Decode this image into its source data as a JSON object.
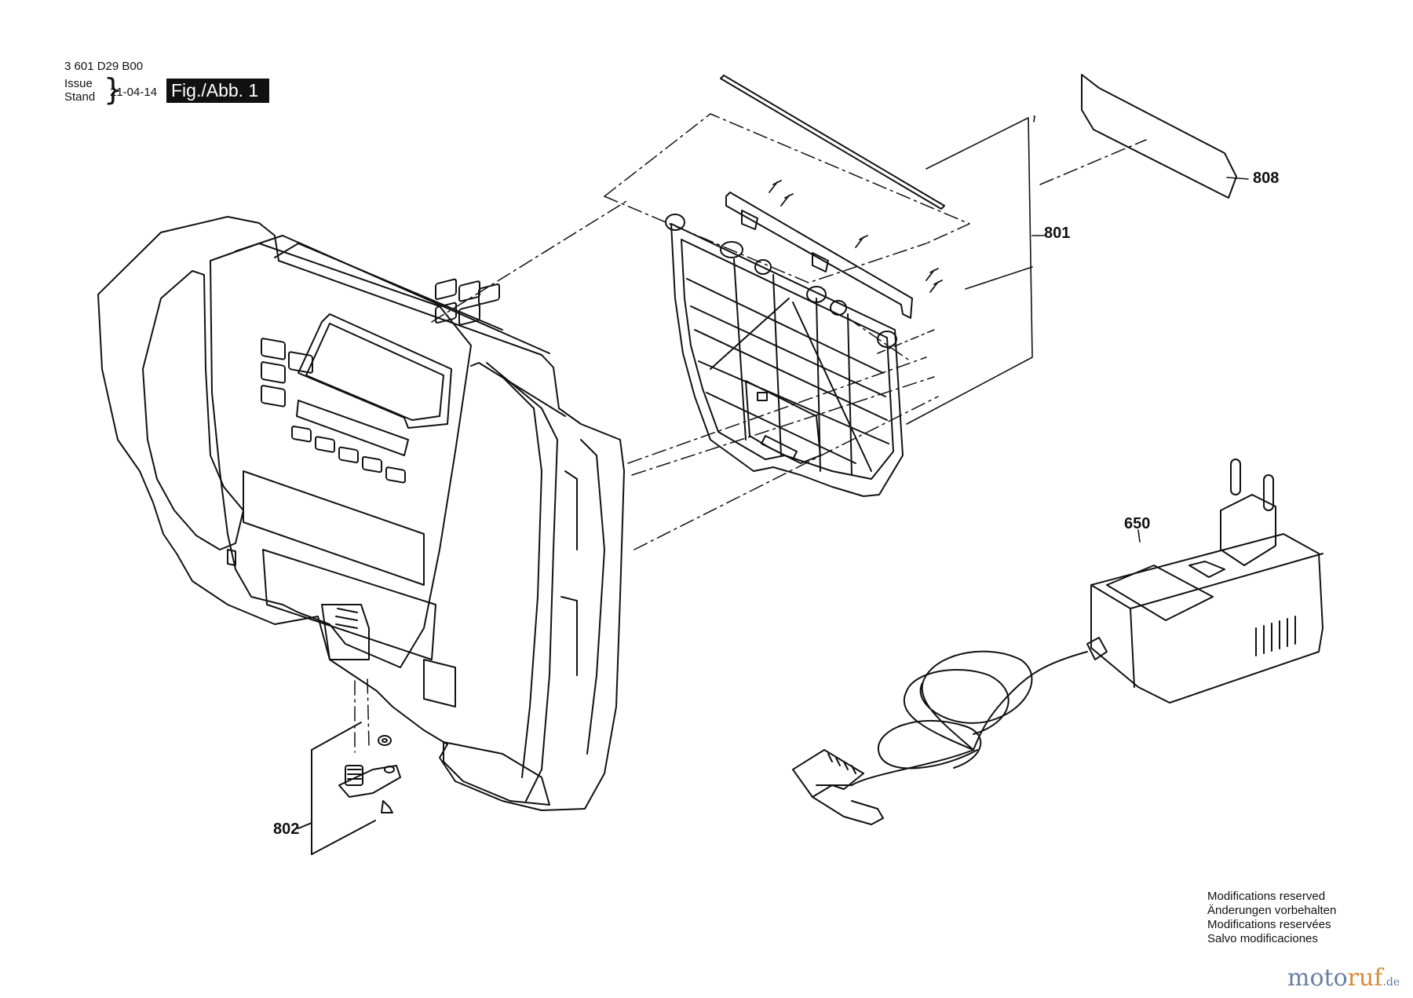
{
  "header": {
    "part_number": "3 601 D29 B00",
    "issue_label": "Issue",
    "stand_label": "Stand",
    "brace": "}",
    "date": "21-04-14",
    "figure_label": "Fig./Abb. 1"
  },
  "callouts": {
    "c808": "808",
    "c801": "801",
    "c650": "650",
    "c802": "802"
  },
  "modifications": [
    "Modifications reserved",
    "Änderungen vorbehalten",
    "Modifications reservées",
    "Salvo modificaciones"
  ],
  "watermark": {
    "part1": "moto",
    "part2": "ruf",
    "part3": ".de"
  }
}
